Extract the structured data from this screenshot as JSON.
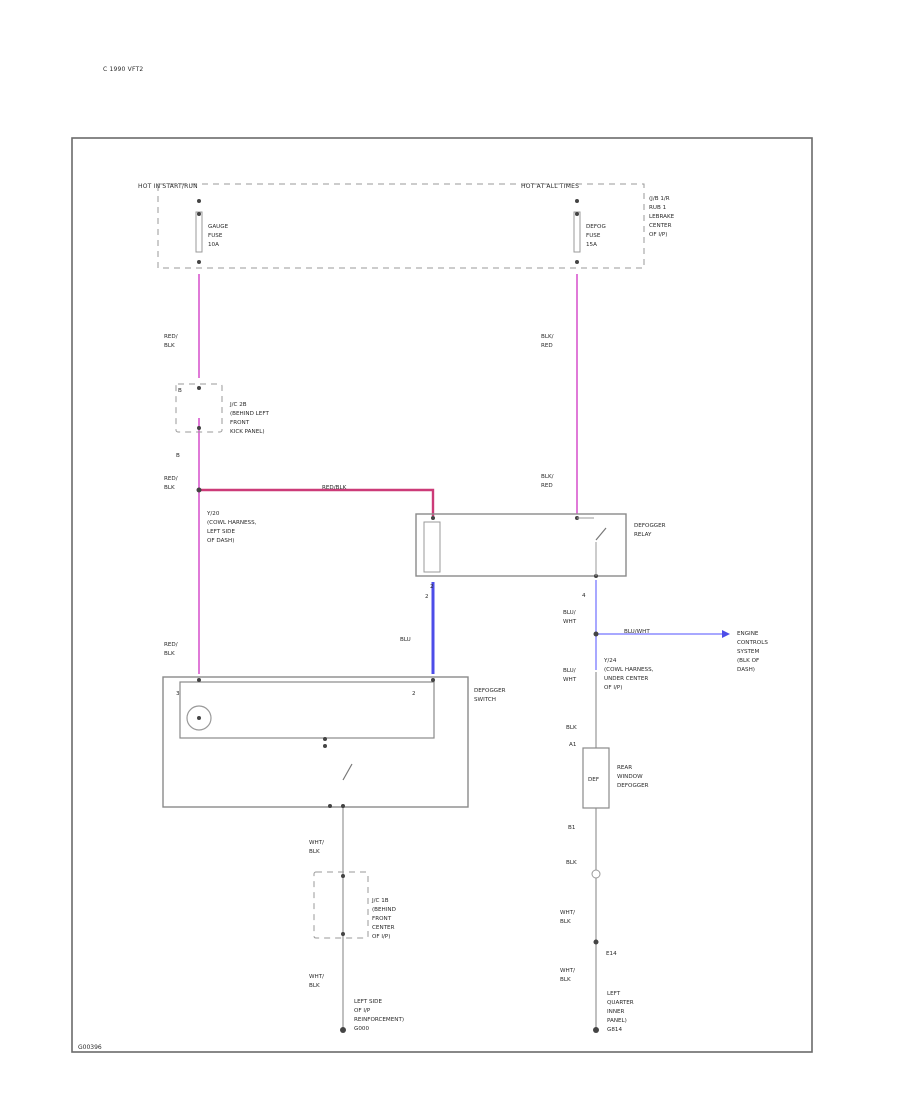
{
  "page_ref": "C 1990 VFT2",
  "footer_code": "G00396",
  "colors": {
    "pink_wire": "#e07ad8",
    "red_wire": "#cc3b78",
    "blue_wire": "#4d4de8",
    "light_blue_wire": "#a8a8ff",
    "frame": "#6b6b6b"
  },
  "fuse_block": {
    "left_header": "HOT IN START/RUN",
    "right_header": "HOT AT ALL TIMES",
    "gauge_fuse": [
      "GAUGE",
      "FUSE",
      "10A"
    ],
    "defog_fuse": [
      "DEFOG",
      "FUSE",
      "15A"
    ],
    "location": [
      "(J/B 1/R",
      "RUB 1",
      "LEBRAKE",
      "CENTER",
      "OF I/P)"
    ]
  },
  "connectors": {
    "left_upper": [
      "J/C 2B",
      "(BEHIND LEFT",
      "FRONT",
      "KICK PANEL)"
    ],
    "left_upper_pin": "B",
    "harness_left": [
      "Y/20",
      "(COWL HARNESS,",
      "LEFT SIDE",
      "OF DASH)"
    ],
    "harness_right": [
      "Y/24",
      "(COWL HARNESS,",
      "UNDER CENTER",
      "OF I/P)"
    ],
    "left_lower": [
      "J/C 1B",
      "(BEHIND",
      "FRONT",
      "CENTER",
      "OF I/P)"
    ],
    "relay_pin": "4",
    "switch_pin_left": "3",
    "switch_pin_right": "2",
    "relay_in_pin": "2",
    "defogger_out_pin": "B1",
    "ground_right_pin": "E14"
  },
  "components": {
    "relay": [
      "DEFOGGER",
      "RELAY"
    ],
    "switch": [
      "DEFOGGER",
      "SWITCH"
    ],
    "rear_defogger": [
      "REAR",
      "WINDOW",
      "DEFOGGER"
    ],
    "engine_control": [
      "ENGINE",
      "CONTROLS",
      "SYSTEM",
      "(BLK OF",
      "DASH)"
    ],
    "defogger_symbol": "DEF"
  },
  "wires": {
    "red_blk_1": [
      "RED/",
      "BLK"
    ],
    "red_blk_2": [
      "RED/",
      "BLK"
    ],
    "red_blk_3": [
      "RED/",
      "BLK"
    ],
    "blk_red_1": [
      "BLK/",
      "RED"
    ],
    "blk_red_2": [
      "BLK/",
      "RED"
    ],
    "red_blk_mid": "RED/BLK",
    "blu_mid": "BLU",
    "blu_pin": "2",
    "blu_wht_1": [
      "BLU/",
      "WHT"
    ],
    "blu_wht_2": [
      "BLU/",
      "WHT"
    ],
    "blu_wht_mid": "BLU/WHT",
    "blk_to_def": "BLK",
    "wht_blk_1": [
      "WHT/",
      "BLK"
    ],
    "wht_blk_2": [
      "WHT/",
      "BLK"
    ],
    "blk_after_def": "BLK",
    "wht_blk_3": [
      "WHT/",
      "BLK"
    ],
    "wht_blk_4": [
      "WHT/",
      "BLK"
    ]
  },
  "grounds": {
    "left": [
      "LEFT SIDE",
      "OF I/P",
      "REINFORCEMENT)",
      "G000"
    ],
    "right": [
      "LEFT",
      "QUARTER",
      "INNER",
      "PANEL)",
      "G814"
    ]
  }
}
